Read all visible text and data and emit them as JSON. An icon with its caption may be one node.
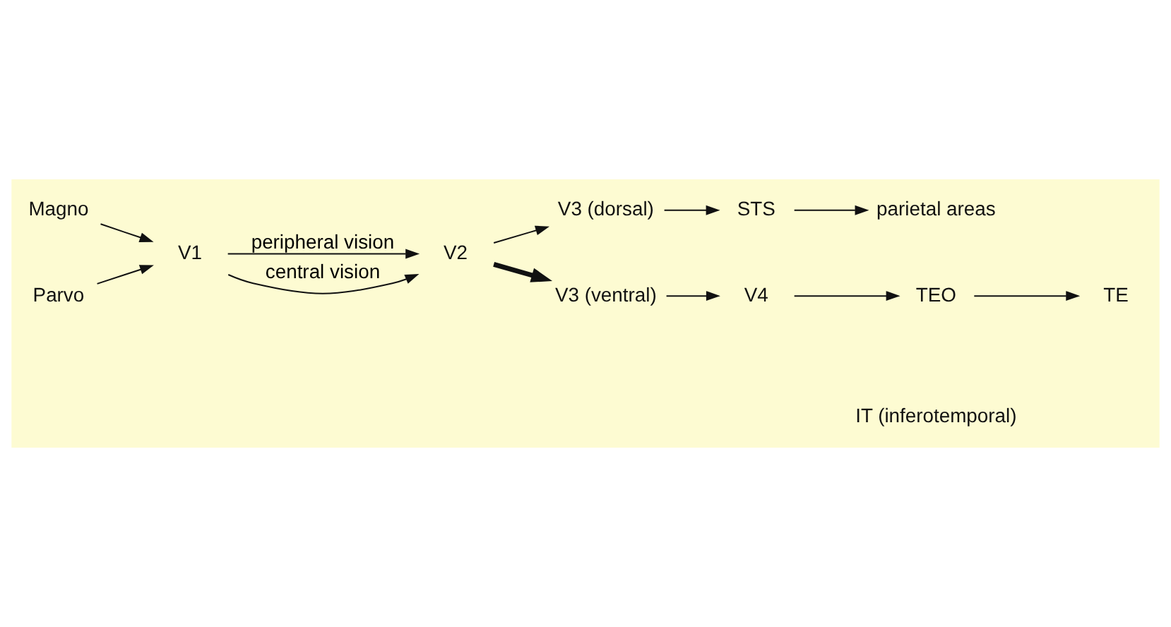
{
  "diagram": {
    "nodes": [
      {
        "text": [
          "Magno"
        ]
      },
      {
        "text": [
          "Parvo"
        ]
      },
      {
        "text": [
          "V1"
        ]
      },
      {
        "text": [
          "V2"
        ]
      },
      {
        "text": [
          "V3 (dorsal)"
        ]
      },
      {
        "text": [
          "V3 (ventral)"
        ]
      },
      {
        "text": [
          "STS"
        ]
      },
      {
        "text": [
          "parietal areas"
        ]
      },
      {
        "text": [
          "V4"
        ]
      },
      {
        "text": [
          "TEO"
        ]
      },
      {
        "text": [
          "TE"
        ]
      }
    ],
    "edges": [
      {
        "from": 0,
        "to": 2,
        "arrow": "to"
      },
      {
        "from": 1,
        "to": 2,
        "arrow": "to"
      },
      {
        "from": 2,
        "to": 3,
        "arrow": "to",
        "label": "peripheral vision"
      },
      {
        "from": 2,
        "to": 3,
        "arrow": "to",
        "label": "central vision"
      },
      {
        "from": 3,
        "to": 4,
        "arrow": "to"
      },
      {
        "from": 3,
        "to": 5,
        "arrow": "to",
        "style": "thick"
      },
      {
        "from": 4,
        "to": 6,
        "arrow": "to"
      },
      {
        "from": 6,
        "to": 7,
        "arrow": "to"
      },
      {
        "from": 5,
        "to": 8,
        "arrow": "to"
      },
      {
        "from": 8,
        "to": 9,
        "arrow": "to"
      },
      {
        "from": 9,
        "to": 10,
        "arrow": "to"
      }
    ],
    "labels": [
      "IT (inferotemporal)"
    ]
  }
}
